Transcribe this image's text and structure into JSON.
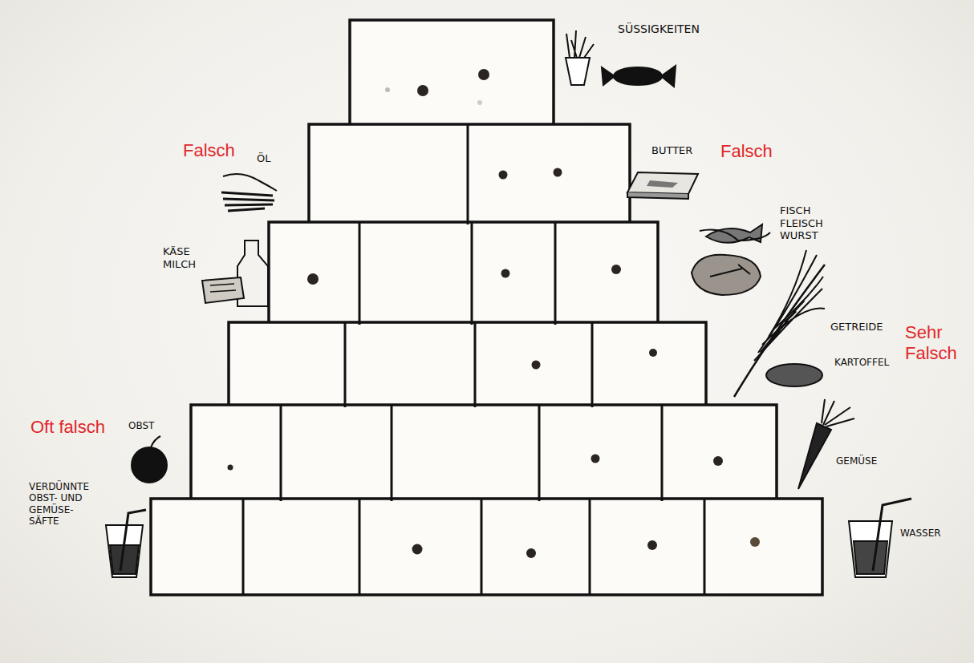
{
  "diagram": {
    "labels": [
      "SÜSSIGKEITEN",
      "Falsch",
      "ÖL",
      "BUTTER",
      "Falsch",
      "KÄSE MILCH",
      "FISCH FLEISCH WURST",
      "GETREIDE",
      "Sehr Falsch",
      "KARTOFFEL",
      "Oft falsch",
      "OBST",
      "GEMÜSE",
      "VERDÜNNTE OBST- UND GEMÜSE- SÄFTE",
      "WASSER"
    ]
  }
}
